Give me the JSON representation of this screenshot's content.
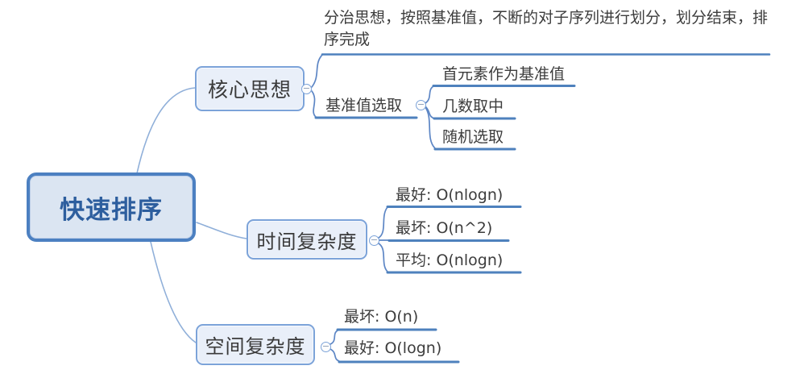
{
  "root": {
    "label": "快速排序"
  },
  "branches": [
    {
      "label": "核心思想",
      "children": [
        {
          "label": "分治思想，按照基准值，不断的对子序列进行划分，划分结束，排序完成"
        },
        {
          "label": "基准值选取",
          "children": [
            {
              "label": "首元素作为基准值"
            },
            {
              "label": "几数取中"
            },
            {
              "label": "随机选取"
            }
          ]
        }
      ]
    },
    {
      "label": "时间复杂度",
      "children": [
        {
          "label": "最好: O(nlogn)"
        },
        {
          "label": "最坏: O(n^2)"
        },
        {
          "label": "平均: O(nlogn)"
        }
      ]
    },
    {
      "label": "空间复杂度",
      "children": [
        {
          "label": "最坏: O(n)"
        },
        {
          "label": "最好: O(logn)"
        }
      ]
    }
  ],
  "icons": {
    "collapse_minus": "−"
  },
  "colors": {
    "root_border": "#4c80c1",
    "root_fill": "#dbe5f2",
    "root_text": "#2d5e9e",
    "branch_border": "#7ca3d9",
    "branch_fill": "#e9eff9",
    "underline": "#4e81bd",
    "curve": "#8fafd9",
    "topic_text": "#3c3c3c"
  }
}
